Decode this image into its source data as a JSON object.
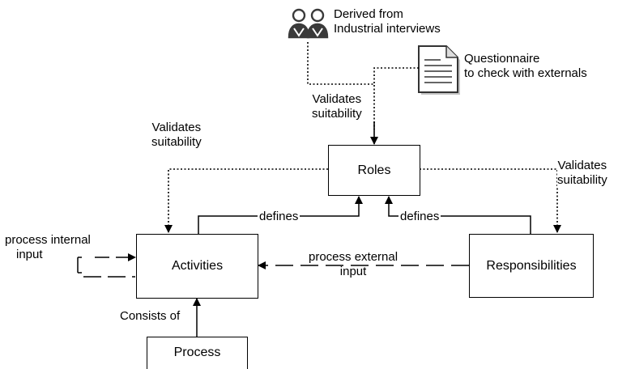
{
  "nodes": {
    "roles": "Roles",
    "activities": "Activities",
    "responsibilities": "Responsibilities",
    "process": "Process"
  },
  "sources": {
    "interviews_line1": "Derived from",
    "interviews_line2": "Industrial interviews",
    "questionnaire_line1": "Questionnaire",
    "questionnaire_line2": "to check with externals"
  },
  "edges": {
    "validates_top_line1": "Validates",
    "validates_top_line2": "suitability",
    "validates_left_line1": "Validates",
    "validates_left_line2": "suitability",
    "validates_right_line1": "Validates",
    "validates_right_line2": "suitability",
    "defines_left": "defines",
    "defines_right": "defines",
    "process_internal_line1": "process internal",
    "process_internal_line2": "input",
    "process_external_line1": "process external",
    "process_external_line2": "input",
    "consists_of": "Consists of"
  },
  "colors": {
    "line": "#000000",
    "icon_fill": "#3a3a3a",
    "background": "#ffffff"
  },
  "icons": [
    "people-icon",
    "document-icon"
  ]
}
